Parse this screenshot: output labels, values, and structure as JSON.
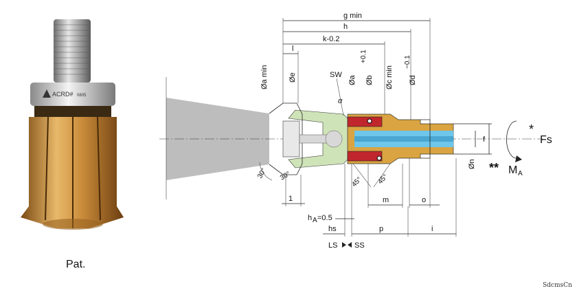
{
  "photo": {
    "brand_text": "ACRD#",
    "model_text": "0805",
    "caption": "Pat."
  },
  "labels": {
    "g_min": "g min",
    "h": "h",
    "l_top": "l",
    "k": "k-0.2",
    "sw": "SW",
    "alpha": "α",
    "a_min": "Øa min",
    "e": "Øe",
    "a": "Øa",
    "b": "Øb",
    "b_tol": "+0.1",
    "c_min": "Øc min",
    "d": "Ød",
    "d_tol": "−0.1",
    "f": "f",
    "n": "Øn",
    "angle_30_left": "30°",
    "angle_30_right": "30°",
    "angle_45_left": "45°",
    "angle_45_right": "45°",
    "one": "1",
    "m": "m",
    "o": "o",
    "ha": "h",
    "ha_sub": "A",
    "ha_val": "=0.5",
    "hs": "hs",
    "p": "p",
    "i": "i",
    "ls": "LS",
    "ss": "SS",
    "fs_star": "*",
    "fs": "Fs",
    "ma_star": "**",
    "ma": "M",
    "ma_sub": "A"
  },
  "colors": {
    "brass": "#D9A441",
    "green_part": "#CFE3B8",
    "red_seal": "#C0272D",
    "blue_channel": "#6EC6EA",
    "grey_body": "#BDBDBD"
  },
  "watermark": "SdcmsCn"
}
